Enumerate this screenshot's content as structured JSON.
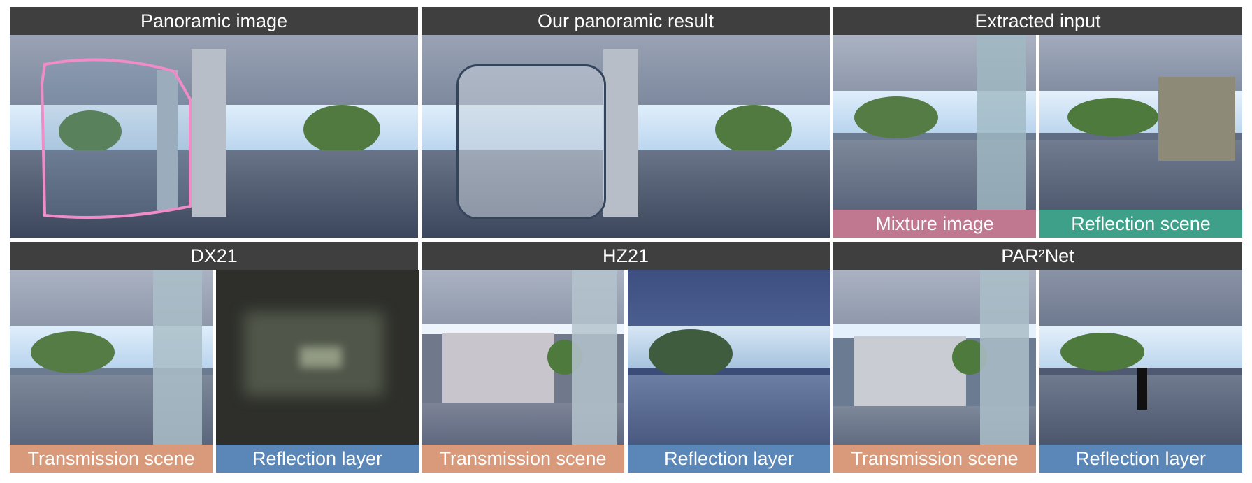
{
  "top_row": {
    "panoramic_image_title": "Panoramic image",
    "our_result_title": "Our panoramic result",
    "extracted_input_title": "Extracted input",
    "mixture_caption": "Mixture image",
    "reflection_scene_caption": "Reflection scene"
  },
  "bottom_row": {
    "dx21_title": "DX21",
    "hz21_title": "HZ21",
    "par2net_title_main": "PAR",
    "par2net_title_sup": "2",
    "par2net_title_tail": "Net",
    "transmission_caption": "Transmission scene",
    "reflection_layer_caption": "Reflection layer"
  },
  "colors": {
    "header_bg": "#3f3f3f",
    "mixture_caption_bg": "#c07890",
    "reflection_scene_caption_bg": "#3fa08a",
    "transmission_caption_bg": "#d89a7a",
    "reflection_layer_caption_bg": "#5a87b8",
    "highlight_outline": "#f08cc8"
  }
}
